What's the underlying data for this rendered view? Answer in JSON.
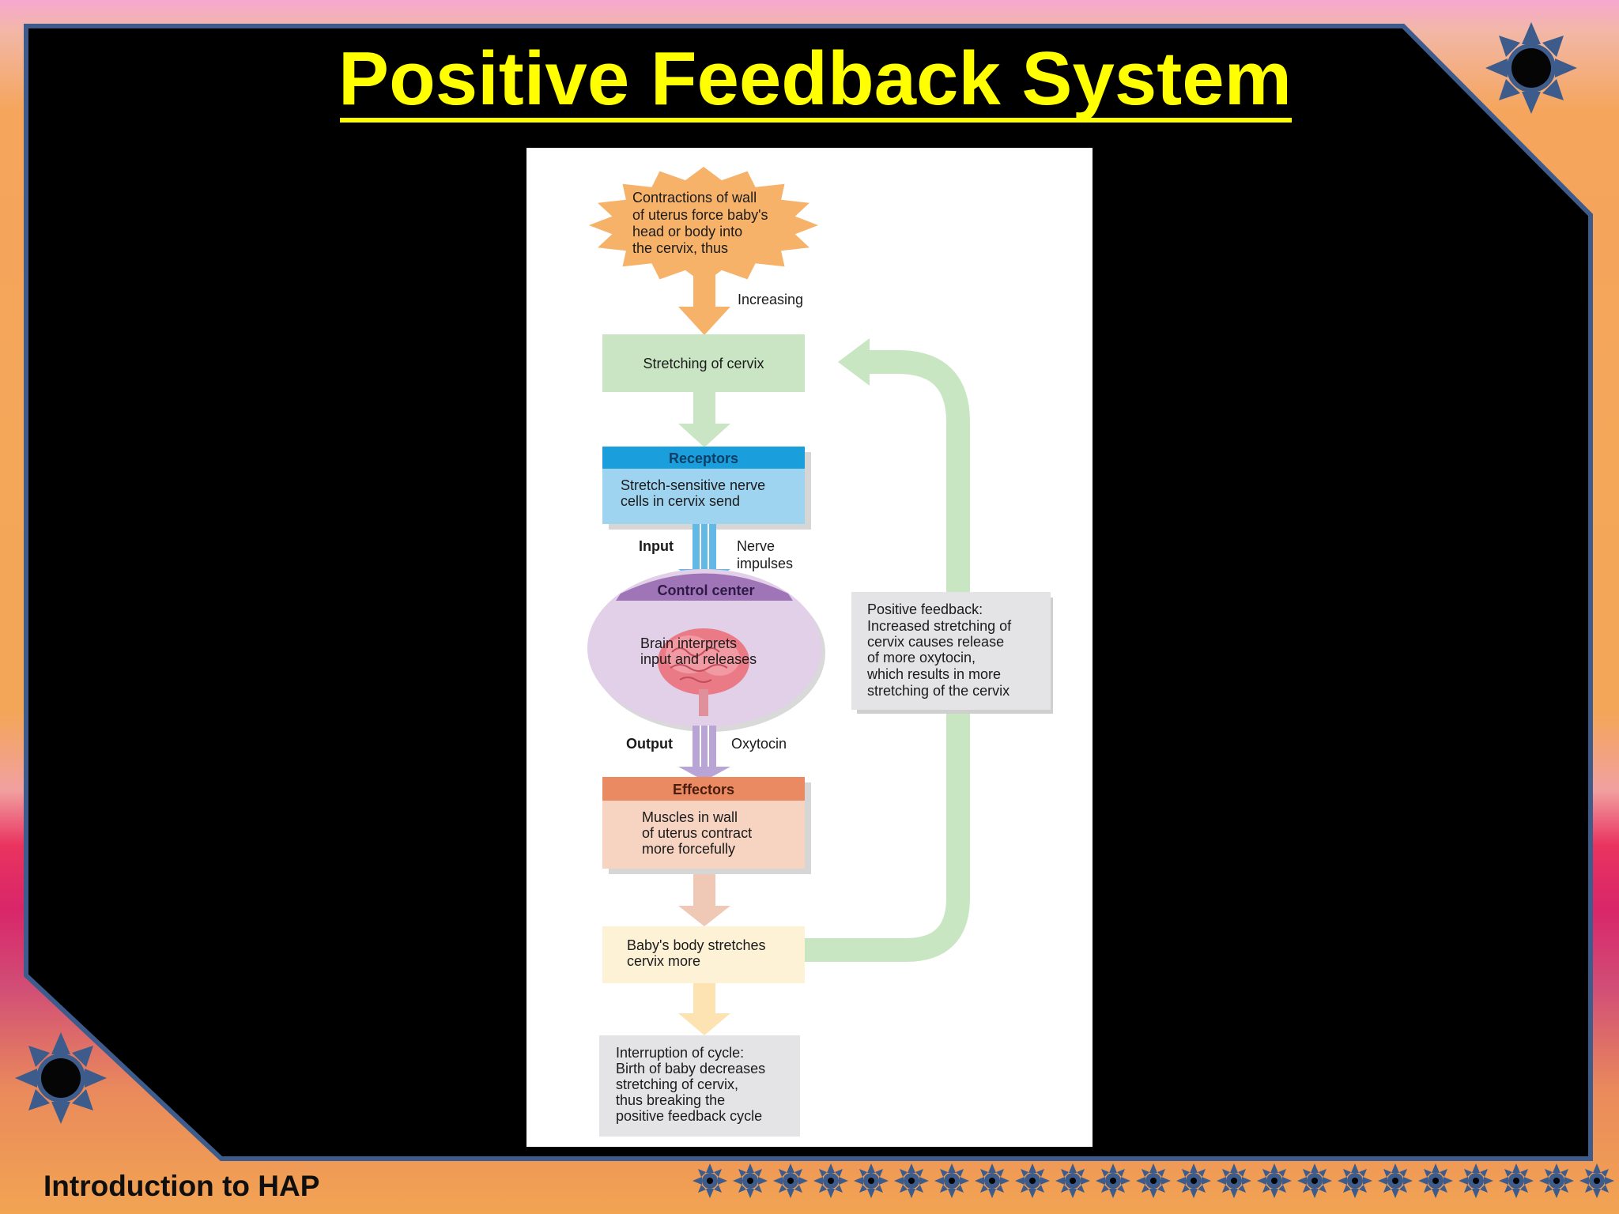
{
  "slide": {
    "title": "Positive Feedback System",
    "footer": "Introduction to HAP"
  },
  "diagram": {
    "stimulus": [
      "Contractions of wall",
      "of uterus force baby's",
      "head or body into",
      "the cervix, thus"
    ],
    "increasing": "Increasing",
    "stretching": "Stretching of cervix",
    "receptors_header": "Receptors",
    "receptors_body": [
      "Stretch-sensitive nerve",
      "cells in cervix send"
    ],
    "input": "Input",
    "nerve_impulses": [
      "Nerve",
      "impulses"
    ],
    "control_center_header": "Control center",
    "control_center_body": [
      "Brain interprets",
      "input and releases"
    ],
    "output": "Output",
    "oxytocin": "Oxytocin",
    "effectors_header": "Effectors",
    "effectors_body": [
      "Muscles in wall",
      "of uterus contract",
      "more forcefully"
    ],
    "baby_body": [
      "Baby's body stretches",
      "cervix more"
    ],
    "interruption": [
      "Interruption of cycle:",
      "Birth of baby decreases",
      "stretching of cervix,",
      "thus breaking the",
      "positive feedback cycle"
    ],
    "positive_feedback": [
      "Positive feedback:",
      "Increased stretching of",
      "cervix causes release",
      "of more oxytocin,",
      "which  results in more",
      "stretching of the cervix"
    ]
  },
  "colors": {
    "title": "#ffff00",
    "frame": "#3d5c8c",
    "panel": "#000000",
    "stimulus": "#f7b26a",
    "stretch_box": "#c9e5c4",
    "receptors_header": "#1a9fdc",
    "receptors_body": "#9fd4f1",
    "control_header": "#9f75b8",
    "control_body": "#e2cfe8",
    "effectors_header": "#ea8a63",
    "effectors_body": "#f7d3c1",
    "baby_box": "#fdf1d6",
    "gray_box": "#e4e3e6"
  },
  "icons": [
    "sun-icon",
    "brain-icon",
    "flower-icon"
  ]
}
